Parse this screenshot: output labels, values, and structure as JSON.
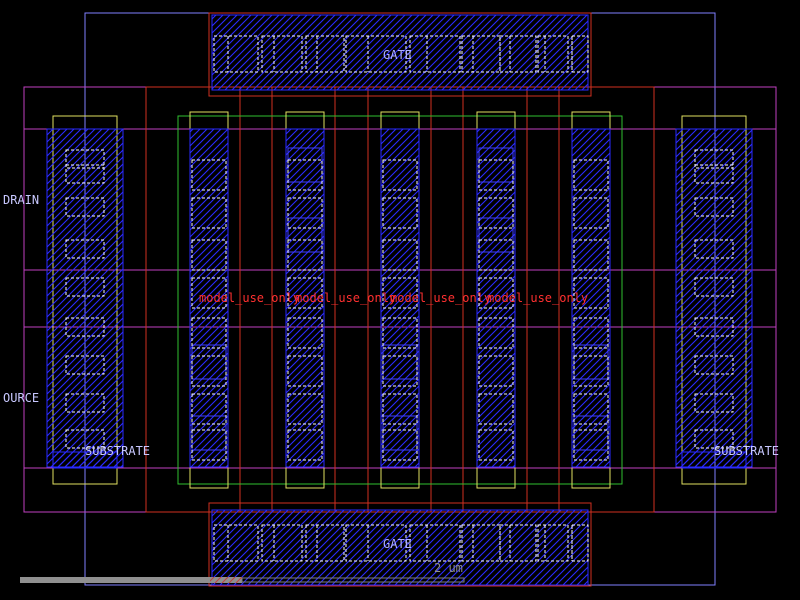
{
  "labels": {
    "gate_top": "GATE",
    "gate_bottom": "GATE",
    "drain": "DRAIN",
    "source": "OURCE",
    "substrate_left": "SUBSTRATE",
    "substrate_right": "SUBSTRATE",
    "model_1": "model_use_only",
    "model_2": "model_use_only",
    "model_3": "model_use_only",
    "model_4": "model_use_only",
    "scale": "2 um"
  },
  "colors": {
    "background": "#000000",
    "metal_pin": "#c040c0",
    "poly": "#d03020",
    "diffusion": "#30c030",
    "boundary": "#8080ff",
    "contact": "#ffffff",
    "metal1_fill": "#2020ff",
    "tap": "#e0e060",
    "model_text": "#ff3030",
    "label_text": "#c8c8ff",
    "gate_text": "#b0b0ff",
    "scalebar": "#909090"
  },
  "layer_names": [
    "pin-layer",
    "poly-layer",
    "diffusion-layer",
    "metal1-layer",
    "contact-layer",
    "tap-layer",
    "boundary-layer"
  ]
}
